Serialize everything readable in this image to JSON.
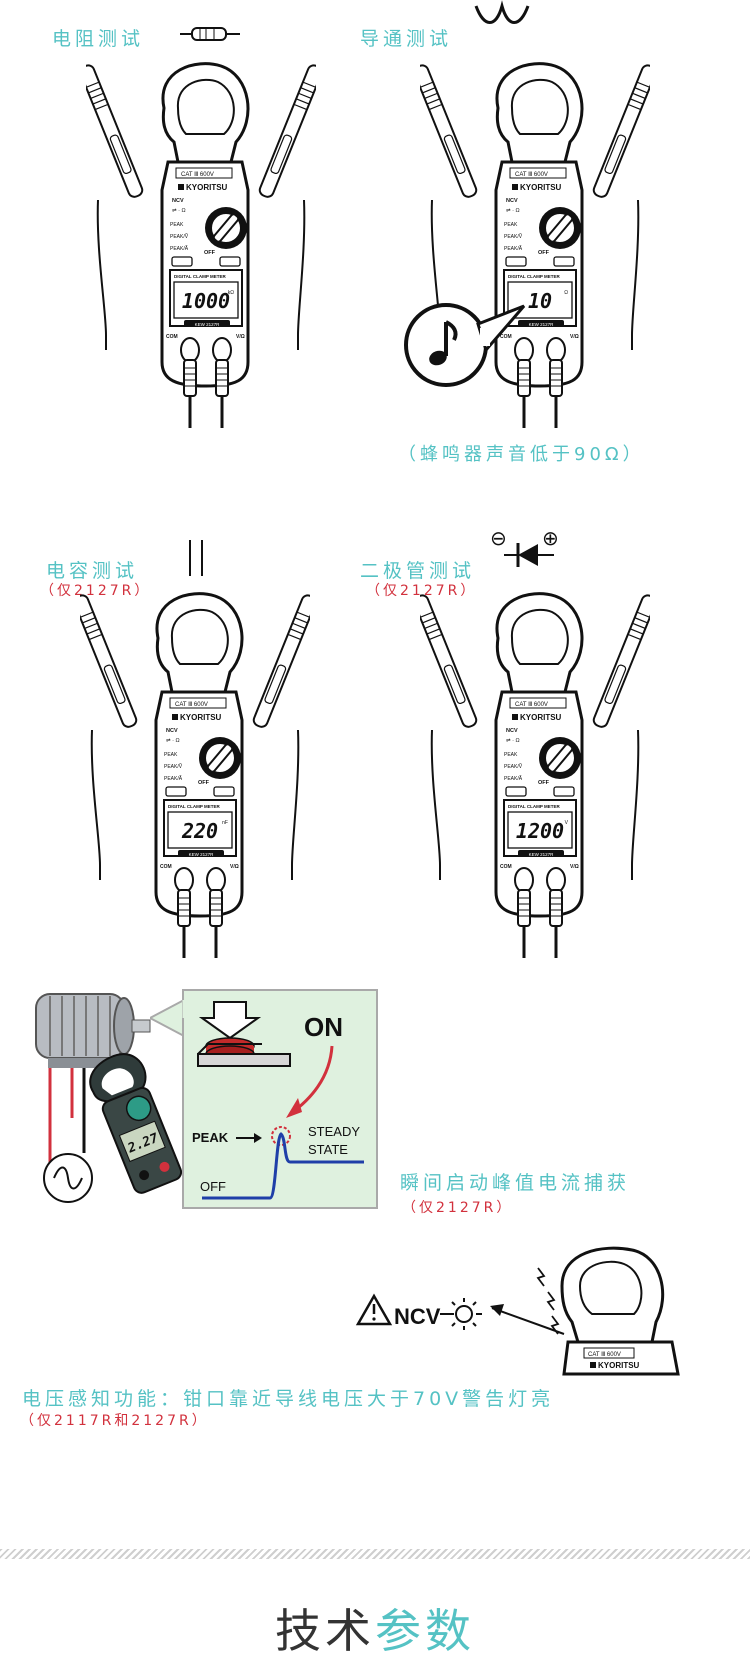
{
  "sections": {
    "resistance": {
      "label": "电阻测试",
      "display": "1000",
      "unit": "kΩ"
    },
    "continuity": {
      "label": "导通测试",
      "display": "10",
      "unit": "Ω",
      "note": "（蜂鸣器声音低于90Ω）"
    },
    "capacitance": {
      "label": "电容测试",
      "sublabel": "（仅2127R）",
      "display": "220",
      "unit": "nF"
    },
    "diode": {
      "label": "二极管测试",
      "sublabel": "（仅2127R）",
      "display": "1200",
      "unit": "V",
      "minus": "⊖",
      "plus": "⊕"
    },
    "peak": {
      "label": "瞬间启动峰值电流捕获",
      "sublabel": "（仅2127R）",
      "on": "ON",
      "peak_text": "PEAK",
      "steady1": "STEADY",
      "steady2": "STATE",
      "off": "OFF",
      "meter_display": "2.27"
    },
    "ncv": {
      "label": "电压感知功能：钳口靠近导线电压大于70V警告灯亮",
      "sublabel": "（仅2117R和2127R）",
      "ncv_text": "NCV"
    }
  },
  "meter": {
    "brand": "KYORITSU",
    "lcd_title": "DIGITAL CLAMP METER",
    "model": "KEW 2127R",
    "com": "COM",
    "vohm": "V/Ω",
    "off": "OFF",
    "peak_label": "PEAK",
    "ncv_label": "NCV"
  },
  "footer": {
    "title_dark": "技术",
    "title_teal": "参数"
  },
  "colors": {
    "accent": "#55c2c4",
    "red": "#d2313d",
    "panel_bg": "#dff1df"
  }
}
